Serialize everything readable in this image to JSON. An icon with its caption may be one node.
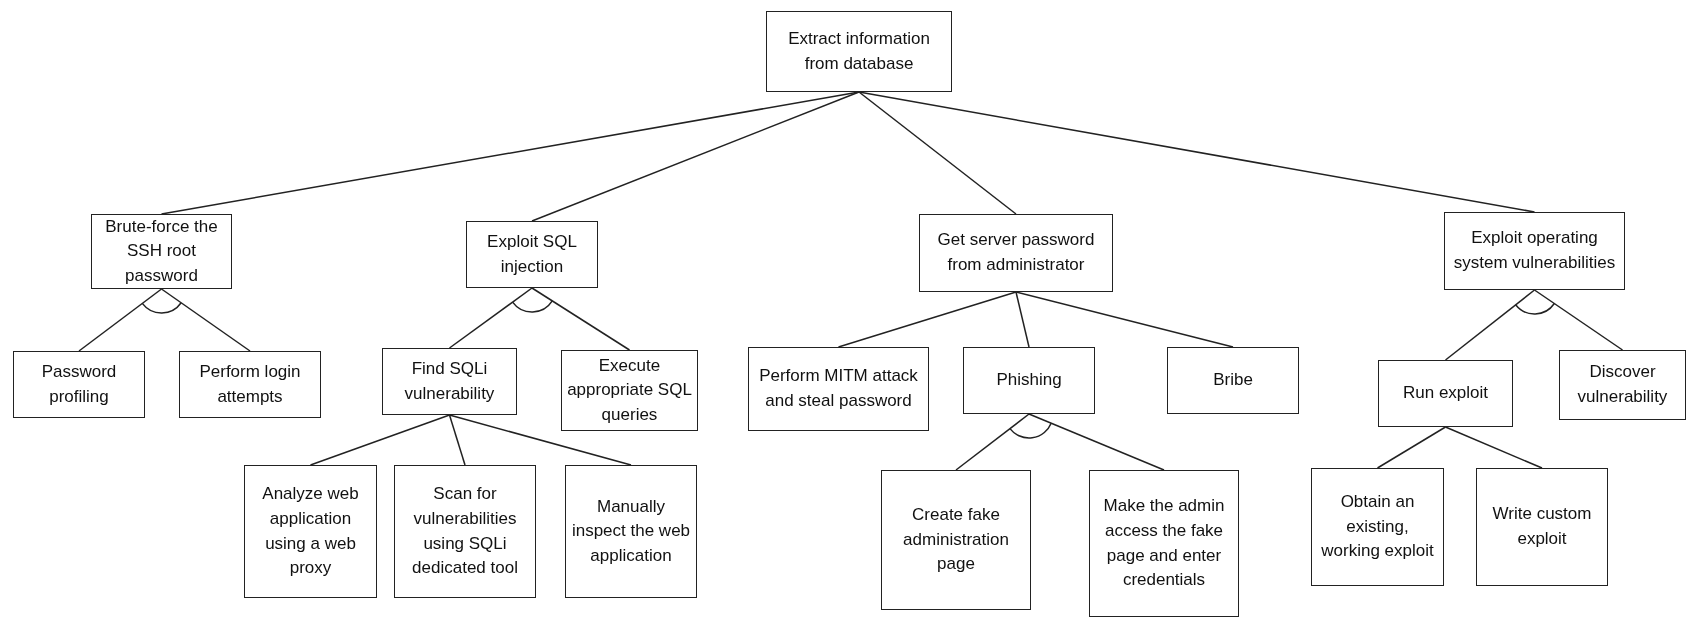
{
  "diagram": {
    "nodes": [
      {
        "text": [
          "Extract information from database"
        ]
      },
      {
        "text": [
          "Brute-force the SSH root password"
        ]
      },
      {
        "text": [
          "Exploit SQL injection"
        ]
      },
      {
        "text": [
          "Get server password from administrator"
        ]
      },
      {
        "text": [
          "Exploit operating system vulnerabilities"
        ]
      },
      {
        "text": [
          "Password profiling"
        ]
      },
      {
        "text": [
          "Perform login attempts"
        ]
      },
      {
        "text": [
          "Find SQLi vulnerability"
        ]
      },
      {
        "text": [
          "Execute appropriate SQL queries"
        ]
      },
      {
        "text": [
          "Perform MITM attack and steal password"
        ]
      },
      {
        "text": [
          "Phishing"
        ]
      },
      {
        "text": [
          "Bribe"
        ]
      },
      {
        "text": [
          "Run exploit"
        ]
      },
      {
        "text": [
          "Discover vulnerability"
        ]
      },
      {
        "text": [
          "Analyze web application using a web proxy"
        ]
      },
      {
        "text": [
          "Scan for vulnerabilities using SQLi dedicated tool"
        ]
      },
      {
        "text": [
          "Manually inspect the web application"
        ]
      },
      {
        "text": [
          "Create fake administration page"
        ]
      },
      {
        "text": [
          "Make the admin access the fake page and enter credentials"
        ]
      },
      {
        "text": [
          "Obtain an existing, working exploit"
        ]
      },
      {
        "text": [
          "Write custom exploit"
        ]
      }
    ],
    "edges": [
      {
        "from": 0,
        "to": 1,
        "arrow": "none"
      },
      {
        "from": 0,
        "to": 2,
        "arrow": "none"
      },
      {
        "from": 0,
        "to": 3,
        "arrow": "none"
      },
      {
        "from": 0,
        "to": 4,
        "arrow": "none"
      },
      {
        "from": 1,
        "to": 5,
        "arrow": "none"
      },
      {
        "from": 1,
        "to": 6,
        "arrow": "none"
      },
      {
        "from": 2,
        "to": 7,
        "arrow": "none"
      },
      {
        "from": 2,
        "to": 8,
        "arrow": "none"
      },
      {
        "from": 3,
        "to": 9,
        "arrow": "none"
      },
      {
        "from": 3,
        "to": 10,
        "arrow": "none"
      },
      {
        "from": 3,
        "to": 11,
        "arrow": "none"
      },
      {
        "from": 4,
        "to": 12,
        "arrow": "none"
      },
      {
        "from": 4,
        "to": 13,
        "arrow": "none"
      },
      {
        "from": 7,
        "to": 14,
        "arrow": "none"
      },
      {
        "from": 7,
        "to": 15,
        "arrow": "none"
      },
      {
        "from": 7,
        "to": 16,
        "arrow": "none"
      },
      {
        "from": 10,
        "to": 17,
        "arrow": "none"
      },
      {
        "from": 10,
        "to": 18,
        "arrow": "none"
      },
      {
        "from": 12,
        "to": 19,
        "arrow": "none"
      },
      {
        "from": 12,
        "to": 20,
        "arrow": "none"
      }
    ]
  }
}
